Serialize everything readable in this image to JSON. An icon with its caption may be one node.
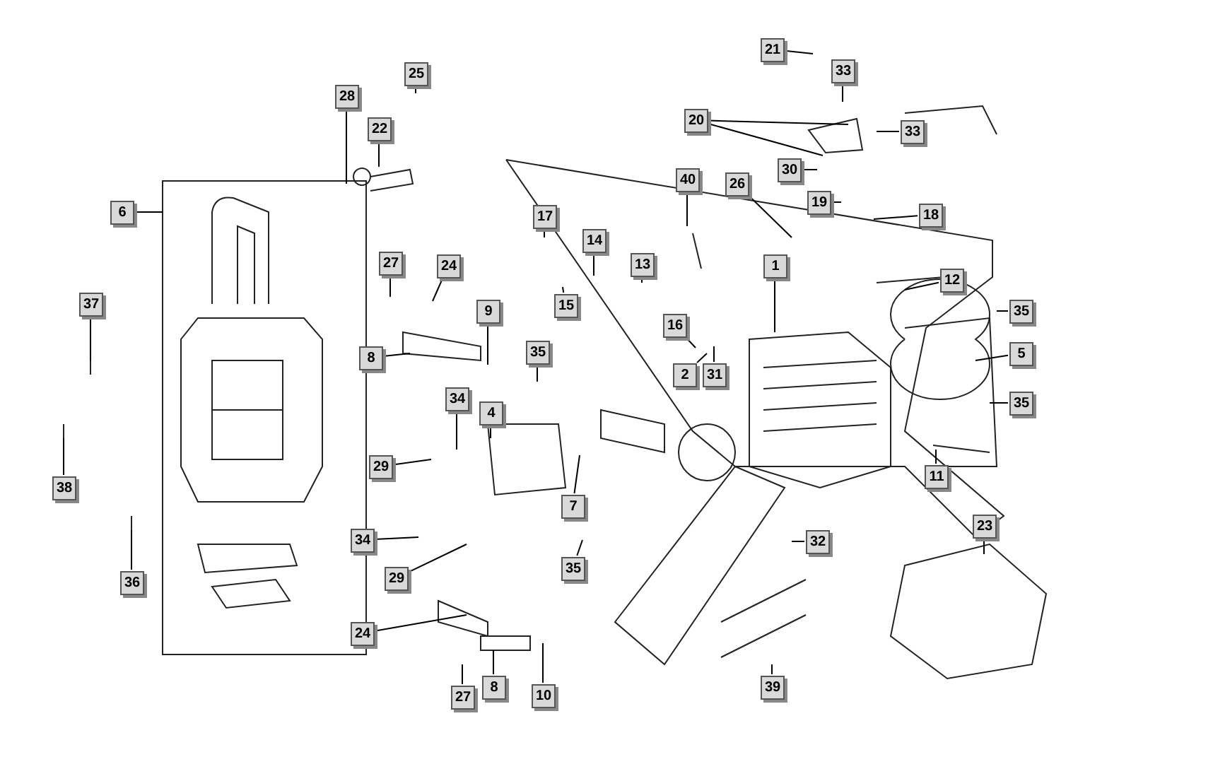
{
  "diagram": {
    "nodes": [
      {
        "text": [
          "21"
        ]
      },
      {
        "text": [
          "33"
        ]
      },
      {
        "text": [
          "20"
        ]
      },
      {
        "text": [
          "33"
        ]
      },
      {
        "text": [
          "30"
        ]
      },
      {
        "text": [
          "26"
        ]
      },
      {
        "text": [
          "19"
        ]
      },
      {
        "text": [
          "18"
        ]
      },
      {
        "text": [
          "40"
        ]
      },
      {
        "text": [
          "28"
        ]
      },
      {
        "text": [
          "22"
        ]
      },
      {
        "text": [
          "25"
        ]
      },
      {
        "text": [
          "6"
        ]
      },
      {
        "text": [
          "17"
        ]
      },
      {
        "text": [
          "14"
        ]
      },
      {
        "text": [
          "27"
        ]
      },
      {
        "text": [
          "24"
        ]
      },
      {
        "text": [
          "13"
        ]
      },
      {
        "text": [
          "1"
        ]
      },
      {
        "text": [
          "12"
        ]
      },
      {
        "text": [
          "35"
        ]
      },
      {
        "text": [
          "15"
        ]
      },
      {
        "text": [
          "16"
        ]
      },
      {
        "text": [
          "37"
        ]
      },
      {
        "text": [
          "9"
        ]
      },
      {
        "text": [
          "35"
        ]
      },
      {
        "text": [
          "5"
        ]
      },
      {
        "text": [
          "8"
        ]
      },
      {
        "text": [
          "2"
        ]
      },
      {
        "text": [
          "31"
        ]
      },
      {
        "text": [
          "4"
        ]
      },
      {
        "text": [
          "34"
        ]
      },
      {
        "text": [
          "35"
        ]
      },
      {
        "text": [
          "29"
        ]
      },
      {
        "text": [
          "38"
        ]
      },
      {
        "text": [
          "7"
        ]
      },
      {
        "text": [
          "11"
        ]
      },
      {
        "text": [
          "34"
        ]
      },
      {
        "text": [
          "36"
        ]
      },
      {
        "text": [
          "29"
        ]
      },
      {
        "text": [
          "35"
        ]
      },
      {
        "text": [
          "32"
        ]
      },
      {
        "text": [
          "23"
        ]
      },
      {
        "text": [
          "24"
        ]
      },
      {
        "text": [
          "8"
        ]
      },
      {
        "text": [
          "10"
        ]
      },
      {
        "text": [
          "27"
        ]
      },
      {
        "text": [
          "39"
        ]
      }
    ],
    "edges": [
      {
        "from": 0,
        "to": null,
        "arrow": "none"
      },
      {
        "from": 1,
        "to": null,
        "arrow": "none"
      },
      {
        "from": 2,
        "to": null,
        "arrow": "none"
      },
      {
        "from": 2,
        "to": null,
        "arrow": "none"
      },
      {
        "from": 3,
        "to": null,
        "arrow": "none"
      },
      {
        "from": 4,
        "to": null,
        "arrow": "none"
      },
      {
        "from": 5,
        "to": null,
        "arrow": "none"
      },
      {
        "from": 6,
        "to": null,
        "arrow": "none"
      },
      {
        "from": 7,
        "to": null,
        "arrow": "none"
      },
      {
        "from": 8,
        "to": null,
        "arrow": "none"
      },
      {
        "from": 9,
        "to": null,
        "arrow": "none"
      },
      {
        "from": 10,
        "to": null,
        "arrow": "none"
      },
      {
        "from": 11,
        "to": null,
        "arrow": "none"
      },
      {
        "from": 12,
        "to": null,
        "arrow": "none"
      },
      {
        "from": 13,
        "to": null,
        "arrow": "none"
      },
      {
        "from": 14,
        "to": null,
        "arrow": "none"
      },
      {
        "from": 15,
        "to": null,
        "arrow": "none"
      },
      {
        "from": 16,
        "to": null,
        "arrow": "none"
      },
      {
        "from": 17,
        "to": null,
        "arrow": "none"
      },
      {
        "from": 18,
        "to": null,
        "arrow": "none"
      },
      {
        "from": 19,
        "to": null,
        "arrow": "none"
      },
      {
        "from": 20,
        "to": null,
        "arrow": "none"
      },
      {
        "from": 21,
        "to": null,
        "arrow": "none"
      },
      {
        "from": 22,
        "to": null,
        "arrow": "none"
      },
      {
        "from": 23,
        "to": null,
        "arrow": "none"
      },
      {
        "from": 24,
        "to": null,
        "arrow": "none"
      },
      {
        "from": 25,
        "to": null,
        "arrow": "none"
      },
      {
        "from": 26,
        "to": null,
        "arrow": "none"
      },
      {
        "from": 27,
        "to": null,
        "arrow": "none"
      },
      {
        "from": 28,
        "to": null,
        "arrow": "none"
      },
      {
        "from": 29,
        "to": null,
        "arrow": "none"
      },
      {
        "from": 30,
        "to": null,
        "arrow": "none"
      },
      {
        "from": 31,
        "to": null,
        "arrow": "none"
      },
      {
        "from": 32,
        "to": null,
        "arrow": "none"
      },
      {
        "from": 33,
        "to": null,
        "arrow": "none"
      },
      {
        "from": 34,
        "to": null,
        "arrow": "none"
      },
      {
        "from": 35,
        "to": null,
        "arrow": "none"
      },
      {
        "from": 36,
        "to": null,
        "arrow": "none"
      },
      {
        "from": 37,
        "to": null,
        "arrow": "none"
      },
      {
        "from": 38,
        "to": null,
        "arrow": "none"
      },
      {
        "from": 39,
        "to": null,
        "arrow": "none"
      },
      {
        "from": 40,
        "to": null,
        "arrow": "none"
      },
      {
        "from": 41,
        "to": null,
        "arrow": "none"
      },
      {
        "from": 42,
        "to": null,
        "arrow": "none"
      },
      {
        "from": 43,
        "to": null,
        "arrow": "none"
      },
      {
        "from": 44,
        "to": null,
        "arrow": "none"
      },
      {
        "from": 45,
        "to": null,
        "arrow": "none"
      },
      {
        "from": 46,
        "to": null,
        "arrow": "none"
      },
      {
        "from": 47,
        "to": null,
        "arrow": "none"
      }
    ]
  }
}
